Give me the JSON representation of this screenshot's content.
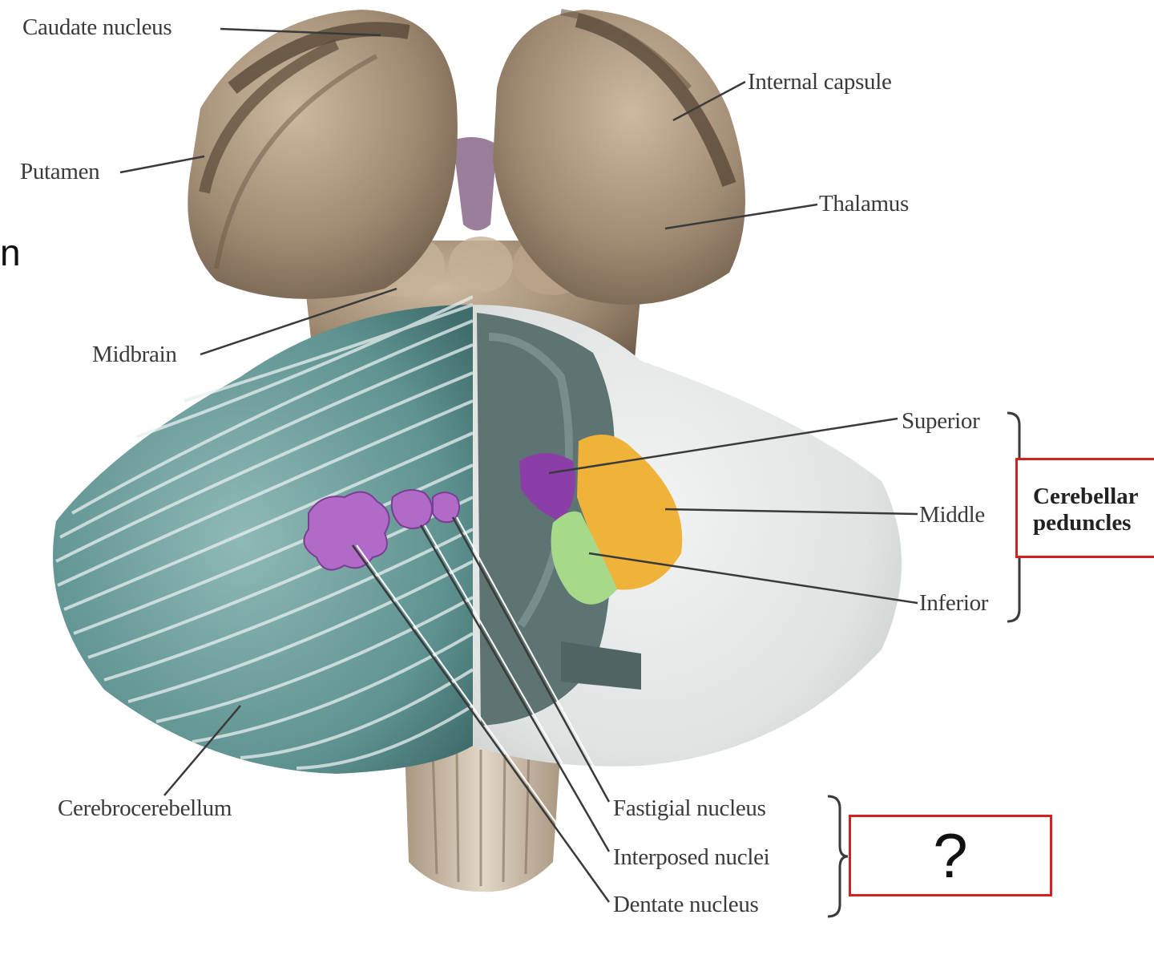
{
  "labels": {
    "caudate": "Caudate nucleus",
    "internal_capsule": "Internal capsule",
    "putamen": "Putamen",
    "thalamus": "Thalamus",
    "midbrain": "Midbrain",
    "superior": "Superior",
    "middle": "Middle",
    "inferior": "Inferior",
    "cerebrocerebellum": "Cerebrocerebellum",
    "fastigial": "Fastigial nucleus",
    "interposed": "Interposed nuclei",
    "dentate": "Dentate nucleus"
  },
  "peduncles_box": {
    "line1": "Cerebellar",
    "line2": "peduncles"
  },
  "question_box": {
    "text": "?"
  },
  "edge_fragment": "n",
  "colors": {
    "brain_tan": "#a08a72",
    "cerebellum_teal": "#5f9391",
    "deep_nuclei": "#b06ac8",
    "superior_peduncle": "#8b3ea8",
    "middle_peduncle": "#f0b33a",
    "inferior_peduncle": "#a6d98a",
    "highlight_box": "#d42020"
  }
}
